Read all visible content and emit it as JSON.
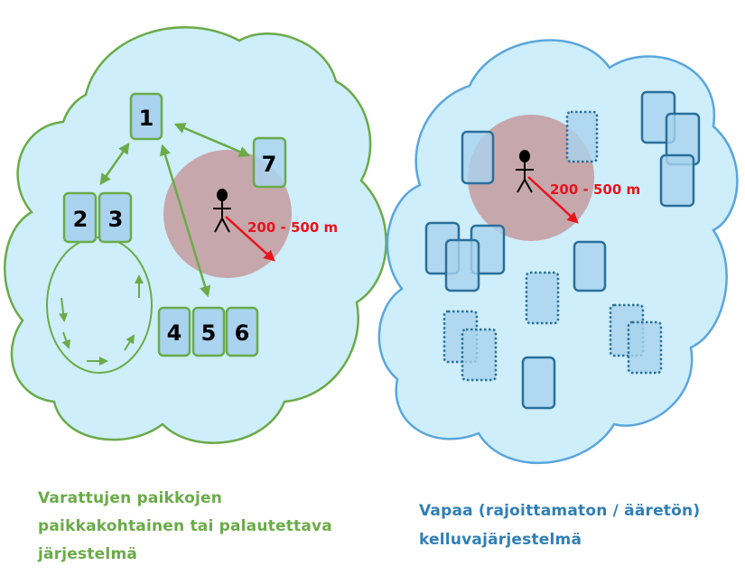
{
  "left_panel": {
    "slot_labels": [
      "1",
      "2",
      "3",
      "7",
      "4",
      "5",
      "6"
    ],
    "distance_label": "200 - 500 m",
    "caption_lines": [
      "Varattujen paikkojen",
      "paikkakohtainen tai palautettava",
      "järjestelmä"
    ],
    "color": "#6aab48",
    "cloud_fill": "#cdeefa"
  },
  "right_panel": {
    "distance_label": "200 - 500 m",
    "caption_lines": [
      "Vapaa (rajoittamaton / ääretön)",
      "kelluvajärjestelmä"
    ],
    "color": "#2f7fb6",
    "cloud_fill": "#cdeefa"
  },
  "colors": {
    "walking_radius": "#c49a9c",
    "distance_arrow": "#e8141c",
    "card_fill": "#a9d3ef"
  }
}
